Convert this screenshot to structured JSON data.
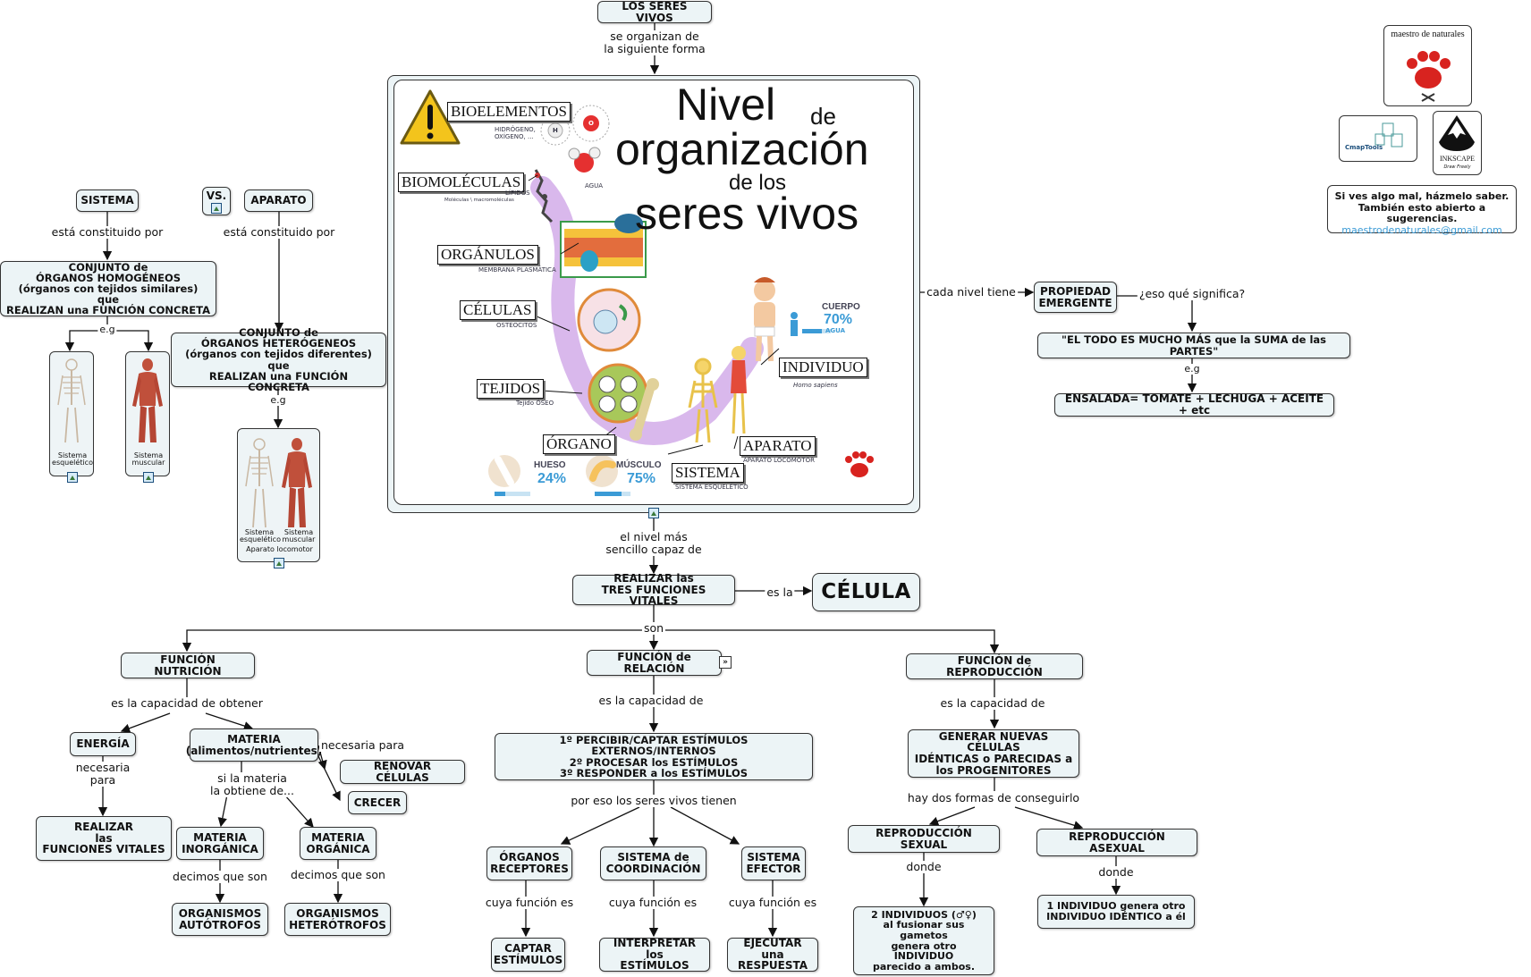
{
  "nodes": {
    "root": "LOS SERES VIVOS",
    "sistema": "SISTEMA",
    "vs": "VS.",
    "aparato": "APARATO",
    "conj_homog": "CONJUNTO de\nÓRGANOS HOMOGÉNEOS\n(órganos con tejidos similares) que\nREALIZAN una FUNCIÓN CONCRETA",
    "conj_heterog": "CONJUNTO de\nÓRGANOS HETERÓGENEOS\n(órganos con tejidos diferentes) que\nREALIZAN una FUNCIÓN CONCRETA",
    "propiedad": "PROPIEDAD\nEMERGENTE",
    "todo": "\"EL TODO ES MUCHO MÁS que la SUMA de las PARTES\"",
    "ensalada": "ENSALADA= TOMATE + LECHUGA + ACEITE + etc",
    "realizar": "REALIZAR las\nTRES FUNCIONES VITALES",
    "celula": "CÉLULA",
    "f_nutricion": "FUNCIÓN NUTRICIÓN",
    "f_relacion": "FUNCIÓN de RELACIÓN",
    "f_reproduccion": "FUNCIÓN de REPRODUCCIÓN",
    "energia": "ENERGÍA",
    "materia": "MATERIA\n(alimentos/nutrientes)",
    "renovar": "RENOVAR CÉLULAS",
    "crecer": "CRECER",
    "realizar_fv": "REALIZAR\nlas\nFUNCIONES VITALES",
    "mat_inorg": "MATERIA\nINORGÁNICA",
    "mat_org": "MATERIA\nORGÁNICA",
    "autotrofos": "ORGANISMOS\nAUTÓTROFOS",
    "heterotrofos": "ORGANISMOS\nHETERÓTROFOS",
    "percibir": "1º PERCIBIR/CAPTAR ESTÍMULOS EXTERNOS/INTERNOS\n2º PROCESAR los ESTÍMULOS\n3º RESPONDER a los ESTÍMULOS",
    "receptores": "ÓRGANOS\nRECEPTORES",
    "coordinacion": "SISTEMA de\nCOORDINACIÓN",
    "efector": "SISTEMA\nEFECTOR",
    "captar": "CAPTAR\nESTÍMULOS",
    "interpretar": "INTERPRETAR los\nESTÍMULOS",
    "ejecutar": "EJECUTAR una\nRESPUESTA",
    "generar": "GENERAR NUEVAS CÉLULAS\nIDÉNTICAS o PARECIDAS a\nlos PROGENITORES",
    "rep_sexual": "REPRODUCCIÓN SEXUAL",
    "rep_asexual": "REPRODUCCIÓN ASEXUAL",
    "dos_individuos": "2 INDIVIDUOS (♂♀)\nal fusionar sus gametos\ngenera otro\nINDIVIDUO\nparecido a ambos.",
    "un_individuo": "1 INDIVIDUO genera otro\nINDIVIDUO IDÉNTICO a él"
  },
  "links": {
    "se_organizan": "se organizan de\nla siguiente forma",
    "constituido_1": "está constituido por",
    "constituido_2": "está constituido por",
    "eg_1": "e.g",
    "eg_2": "e.g",
    "eg_3": "e.g",
    "cada_nivel": "cada nivel tiene",
    "eso_que": "¿eso qué significa?",
    "nivel_sencillo": "el nivel más\nsencillo capaz de",
    "es_la": "es la",
    "son": "son",
    "capacidad_obtener": "es la capacidad de obtener",
    "capacidad_de_1": "es la capacidad de",
    "capacidad_de_2": "es la capacidad de",
    "necesaria_para_1": "necesaria\npara",
    "necesaria_para_2": "necesaria para",
    "si_materia": "si la materia\nla obtiene de...",
    "decimos_1": "decimos que son",
    "decimos_2": "decimos que son",
    "por_eso": "por eso los seres vivos tienen",
    "cuya_1": "cuya función es",
    "cuya_2": "cuya función es",
    "cuya_3": "cuya función es",
    "dos_formas": "hay dos formas de conseguirlo",
    "donde_1": "donde",
    "donde_2": "donde"
  },
  "figures": {
    "esqueletico": "Sistema\nesquelético",
    "muscular": "Sistema\nmuscular",
    "esqueletico_2": "Sistema\nesquelético",
    "muscular_2": "Sistema\nmuscular",
    "aparato_loc": "Aparato locomotor"
  },
  "poster": {
    "title_nivel": "Nivel",
    "title_de": "de",
    "title_organizacion": "organización",
    "title_delos": "de los",
    "title_seres": "seres vivos",
    "levels": {
      "bioelementos": "BIOELEMENTOS",
      "biomoleculas": "BIOMOLÉCULAS",
      "organulos": "ORGÁNULOS",
      "celulas": "CÉLULAS",
      "tejidos": "TEJIDOS",
      "organo": "ÓRGANO",
      "sistema": "SISTEMA",
      "aparato": "APARATO",
      "individuo": "INDIVIDUO"
    },
    "captions": {
      "bio": "HIDRÓGENO,\nOXÍGENO, ...",
      "h": "H",
      "o": "O",
      "agua": "AGUA",
      "lipidos": "LÍPIDOS",
      "moleculas": "Moléculas \\ macromoléculas",
      "membrana": "MEMBRANA PLASMÁTICA",
      "osteocitos": "OSTEOCITOS",
      "tejido": "Tejido ÓSEO",
      "sis_esq": "SISTEMA ESQUELÉTICO",
      "ap_loc": "APARATO LOCOMOTOR",
      "homo": "Homo sapiens"
    },
    "stats": {
      "hueso_label": "HUESO",
      "hueso_pct": "24%",
      "musculo_label": "MÚSCULO",
      "musculo_pct": "75%",
      "cuerpo_label": "CUERPO",
      "cuerpo_pct": "70%",
      "agua": "AGUA"
    }
  },
  "brand": {
    "logo_text": "maestro de naturales",
    "cmap": "CmapTools",
    "inkscape": "INKSCAPE",
    "inkscape_sub": "Draw Freely"
  },
  "note": {
    "line1": "Si ves algo mal, házmelo saber.",
    "line2": "También esto abierto a sugerencias.",
    "email": "maestrodenaturales@gmail.com"
  },
  "colors": {
    "node_fill": "#ecf4f6",
    "accent_blue": "#3b9bd6",
    "purple_path": "#c9a3e0",
    "logo_red": "#d8231f"
  }
}
